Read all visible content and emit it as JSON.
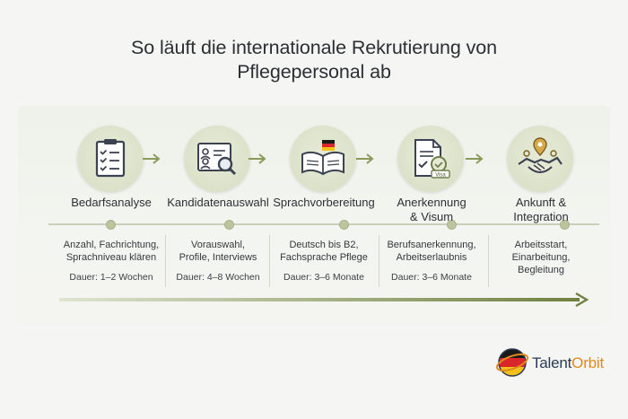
{
  "title_line1": "So läuft die internationale Rekrutierung von",
  "title_line2": "Pflegepersonal ab",
  "steps": [
    {
      "title": "Bedarfsanalyse",
      "desc": "Anzahl, Fachrichtung,\nSprachniveau klären",
      "duration": "Dauer: 1–2 Wochen",
      "icon": "clipboard-checklist-icon"
    },
    {
      "title": "Kandidatenauswahl",
      "desc": "Vorauswahl,\nProfile, Interviews",
      "duration": "Dauer: 4–8 Wochen",
      "icon": "candidate-profile-search-icon"
    },
    {
      "title": "Sprachvorbereitung",
      "desc": "Deutsch bis B2,\nFachsprache Pflege",
      "duration": "Dauer: 3–6 Monate",
      "icon": "book-german-flag-icon"
    },
    {
      "title": "Anerkennung\n& Visum",
      "desc": "Berufsanerkennung,\nArbeitserlaubnis",
      "duration": "Dauer: 3–6 Monate",
      "icon": "document-visa-stamp-icon"
    },
    {
      "title": "Ankunft &\nIntegration",
      "desc": "Arbeitsstart,\nEinarbeitung,\nBegleitung",
      "duration": "",
      "icon": "handshake-location-icon"
    }
  ],
  "visa_label": "Visa",
  "logo": {
    "text_part1": "Talent",
    "text_part2": "Orbit",
    "icon": "globe-germany-icon"
  },
  "colors": {
    "accent_green": "#8a9a5b",
    "icon_bg": "#dbe2c9",
    "text_dark": "#2c3036",
    "logo_blue": "#2b3a55",
    "logo_orange": "#e08a1e"
  }
}
